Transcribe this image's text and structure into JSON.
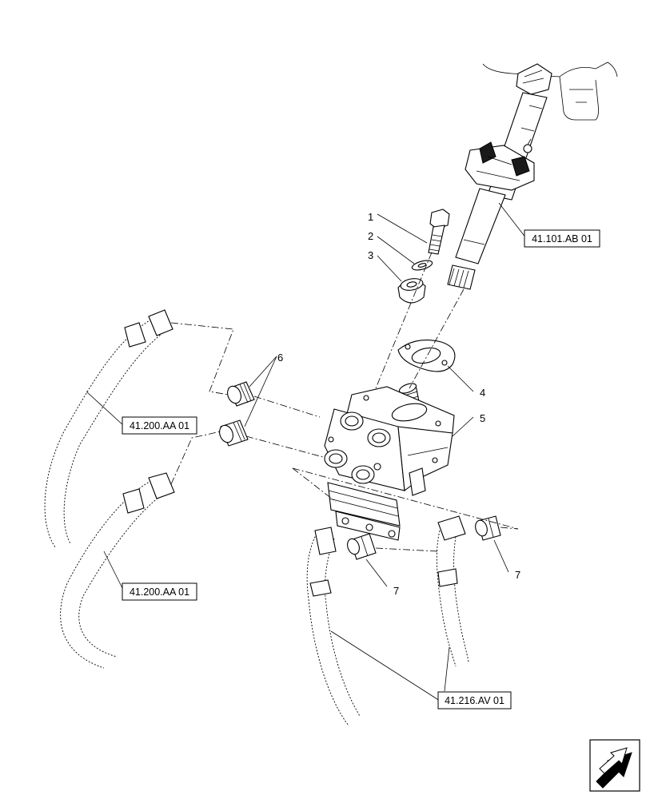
{
  "callouts": {
    "c1": "1",
    "c2": "2",
    "c3": "3",
    "c4": "4",
    "c5": "5",
    "c6": "6",
    "c7a": "7",
    "c7b": "7"
  },
  "references": {
    "steering_column": "41.101.AB 01",
    "hose_upper": "41.200.AA 01",
    "hose_lower": "41.200.AA 01",
    "hoses_bottom": "41.216.AV 01"
  },
  "icons": {
    "navigation": "next-page-arrow-icon"
  }
}
